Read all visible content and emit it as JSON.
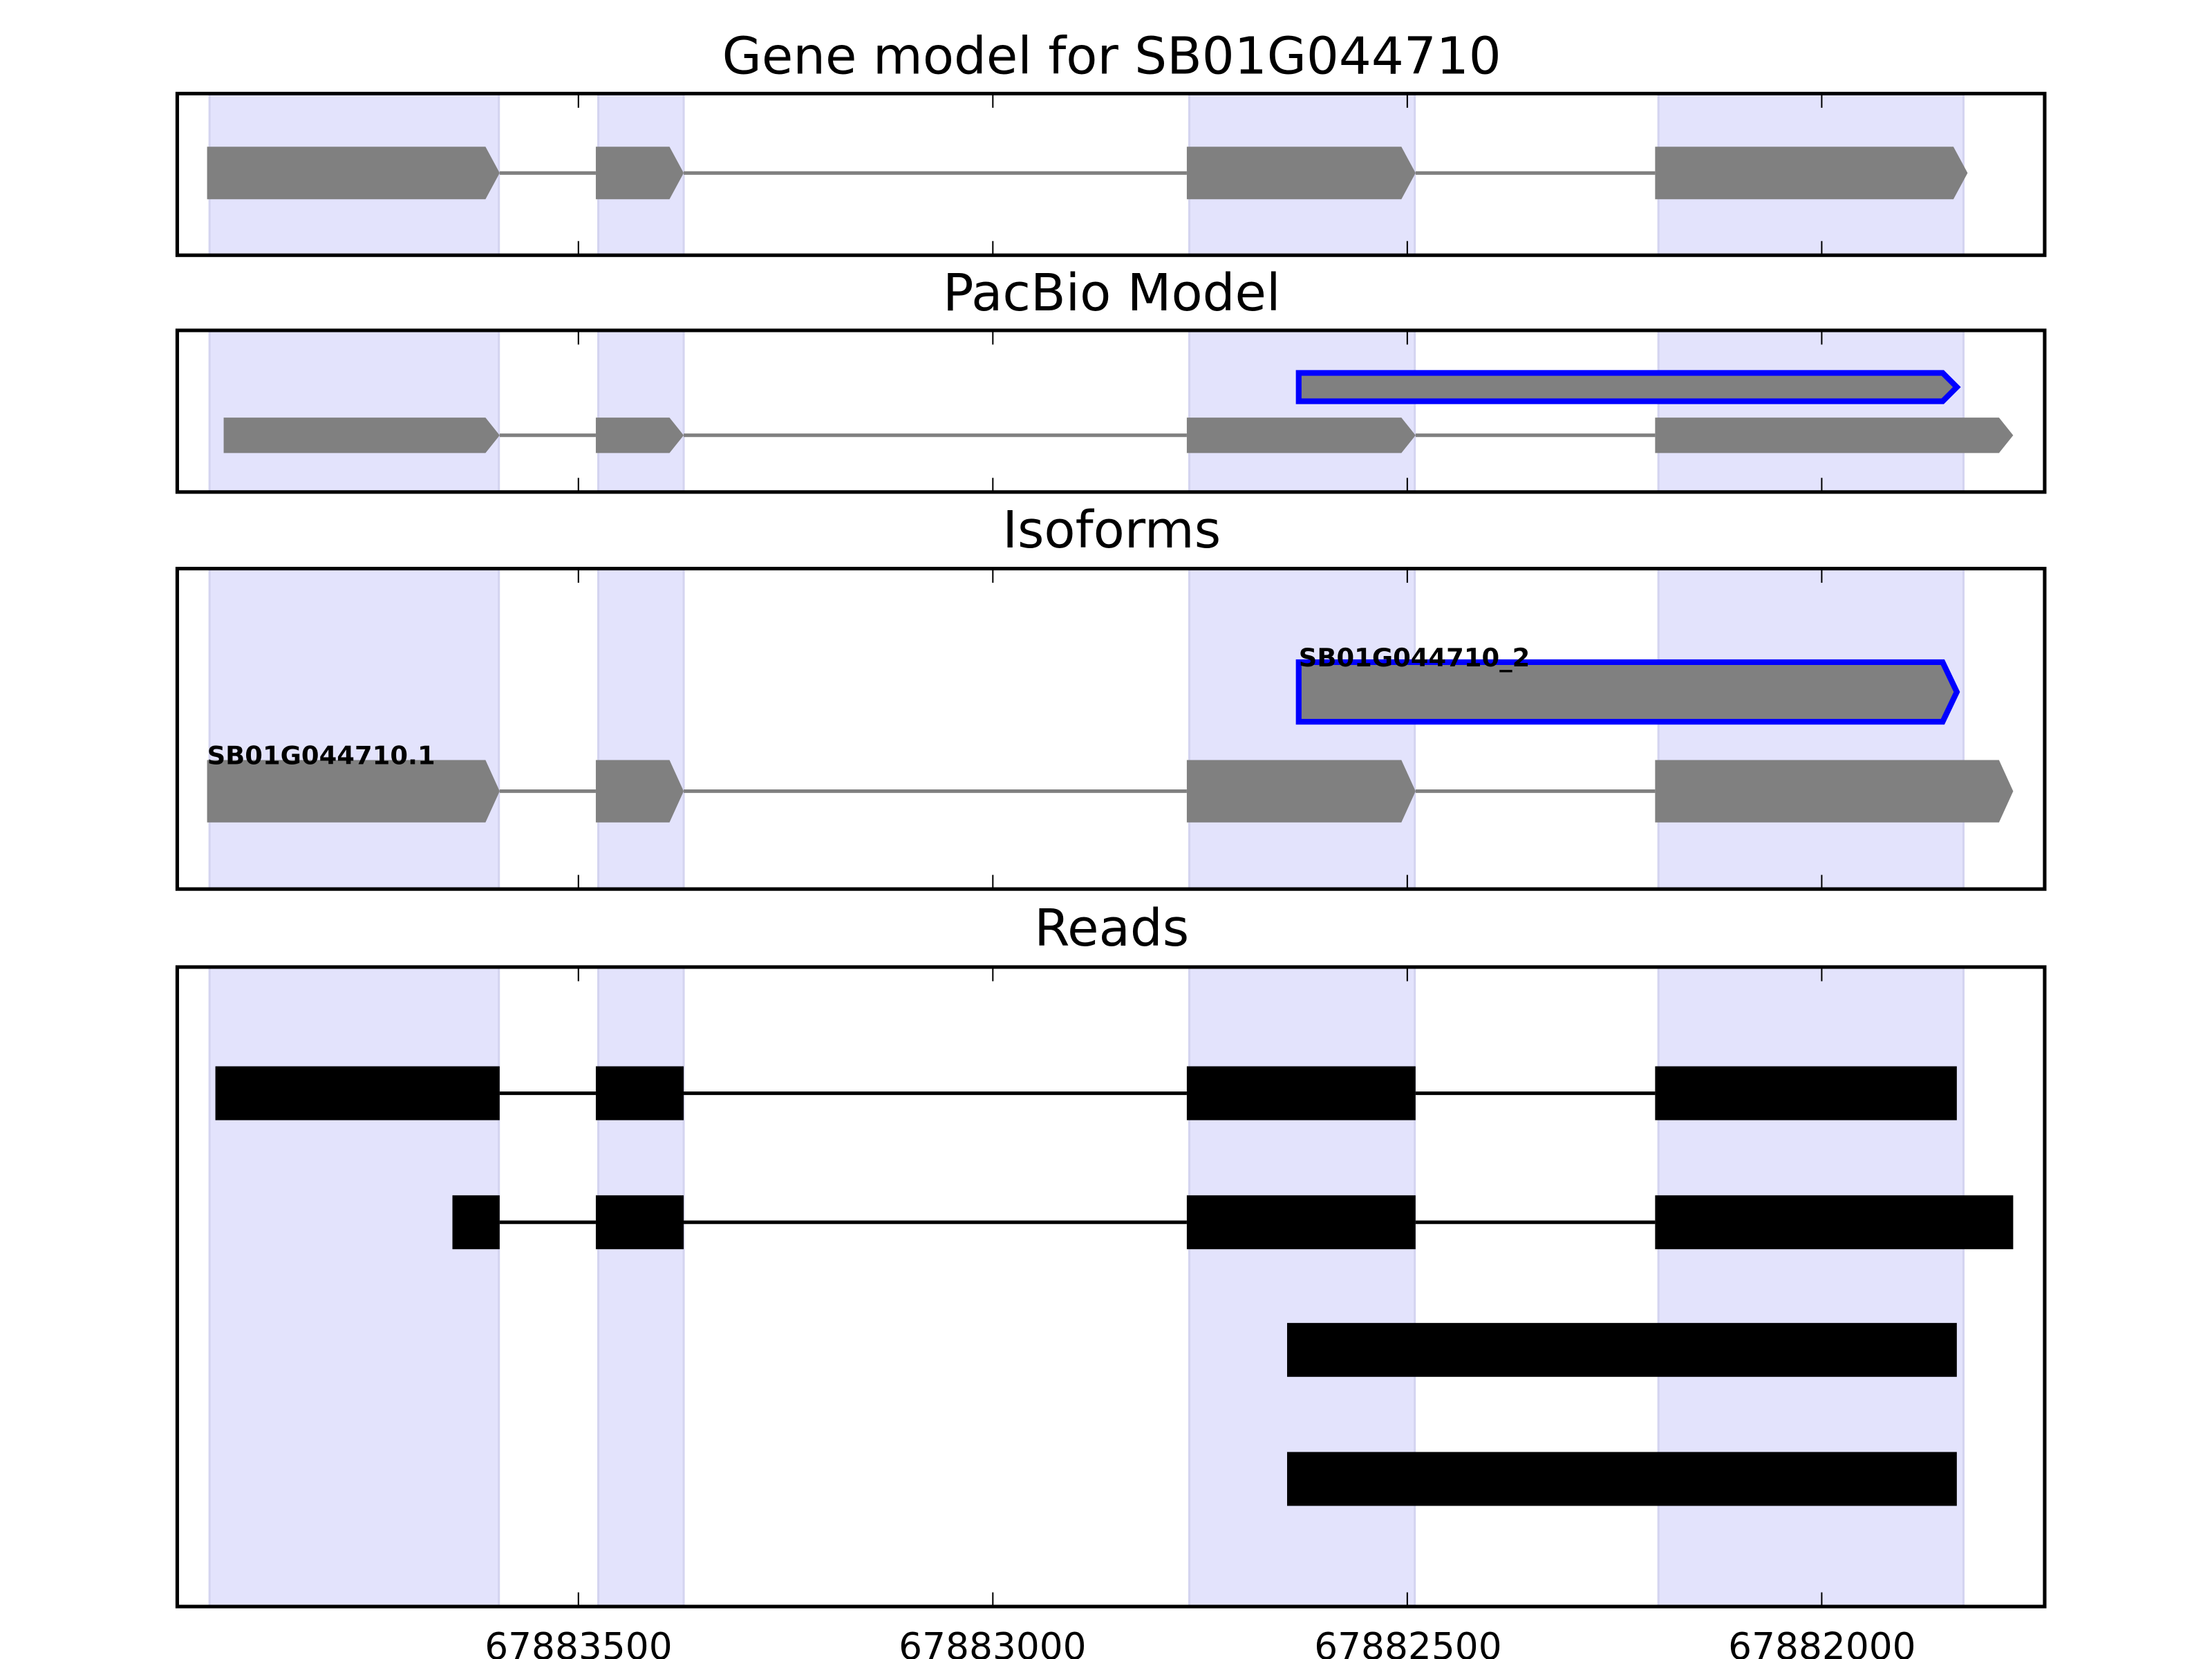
{
  "chart_data": {
    "type": "gene-track",
    "xlim": [
      67883984,
      67881731
    ],
    "x_ticks": [
      67883500,
      67883000,
      67882500,
      67882000
    ],
    "x_tick_labels": [
      "67883500",
      "67883000",
      "67882500",
      "67882000"
    ],
    "shaded_regions": [
      [
        67883945,
        67883596
      ],
      [
        67883476,
        67883373
      ],
      [
        67882763,
        67882491
      ],
      [
        67882197,
        67881829
      ]
    ],
    "colors": {
      "shade": "#e3e3fc",
      "feature": "#808080",
      "highlight": "#0000ff",
      "read": "#000000"
    },
    "panels": [
      {
        "title": "Gene model for SB01G044710",
        "features": [
          {
            "exons": [
              [
                67883948,
                67883595
              ],
              [
                67883479,
                67883373
              ],
              [
                67882766,
                67882490
              ],
              [
                67882201,
                67881824
              ]
            ],
            "highlight": false,
            "label": null,
            "track": 0
          }
        ]
      },
      {
        "title": "PacBio Model",
        "features": [
          {
            "exons": [
              [
                67882631,
                67881837
              ]
            ],
            "highlight": true,
            "label": null,
            "track": 1
          },
          {
            "exons": [
              [
                67883928,
                67883595
              ],
              [
                67883479,
                67883373
              ],
              [
                67882766,
                67882490
              ],
              [
                67882201,
                67881769
              ]
            ],
            "highlight": false,
            "label": null,
            "track": 0
          }
        ]
      },
      {
        "title": "Isoforms",
        "features": [
          {
            "exons": [
              [
                67882631,
                67881837
              ]
            ],
            "highlight": true,
            "label": "SB01G044710_2",
            "track": 1
          },
          {
            "exons": [
              [
                67883948,
                67883595
              ],
              [
                67883479,
                67883373
              ],
              [
                67882766,
                67882490
              ],
              [
                67882201,
                67881769
              ]
            ],
            "highlight": false,
            "label": "SB01G044710.1",
            "track": 0
          }
        ]
      },
      {
        "title": "Reads",
        "reads": [
          [
            [
              67883938,
              67883595
            ],
            [
              67883479,
              67883373
            ],
            [
              67882766,
              67882490
            ],
            [
              67882201,
              67881837
            ]
          ],
          [
            [
              67883652,
              67883595
            ],
            [
              67883479,
              67883373
            ],
            [
              67882766,
              67882490
            ],
            [
              67882201,
              67881769
            ]
          ],
          [
            [
              67882645,
              67881837
            ]
          ],
          [
            [
              67882645,
              67881837
            ]
          ]
        ]
      }
    ]
  }
}
